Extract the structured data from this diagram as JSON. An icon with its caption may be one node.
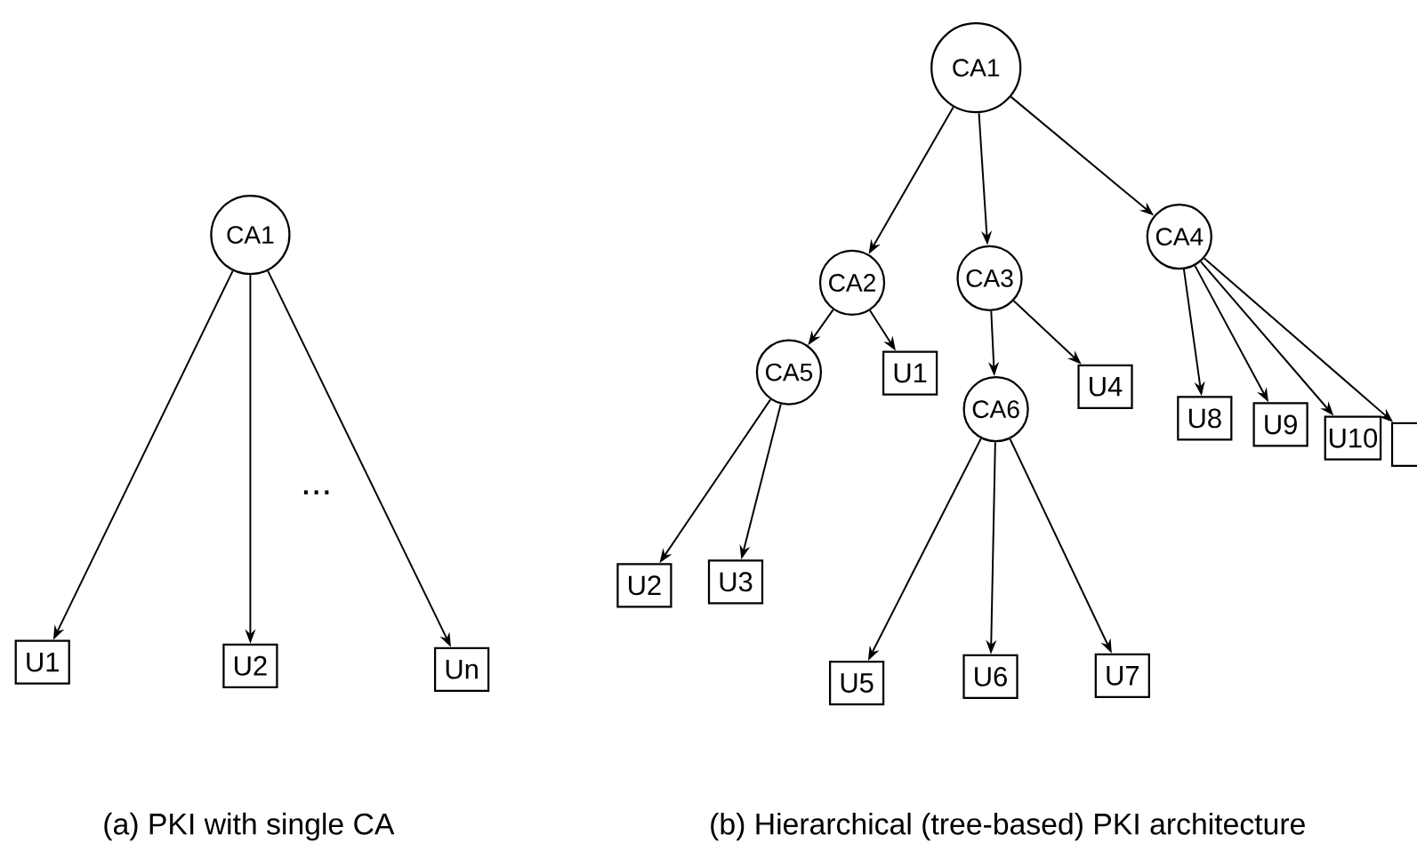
{
  "diagram": {
    "nodes": [
      {
        "text": [
          "CA1"
        ]
      },
      {
        "text": [
          "U1"
        ]
      },
      {
        "text": [
          "U2"
        ]
      },
      {
        "text": [
          "Un"
        ]
      },
      {
        "text": [
          "CA1"
        ]
      },
      {
        "text": [
          "CA2"
        ]
      },
      {
        "text": [
          "CA3"
        ]
      },
      {
        "text": [
          "CA4"
        ]
      },
      {
        "text": [
          "CA5"
        ]
      },
      {
        "text": [
          "U1"
        ]
      },
      {
        "text": [
          "U4"
        ]
      },
      {
        "text": [
          "CA6"
        ]
      },
      {
        "text": [
          "U8"
        ]
      },
      {
        "text": [
          "U9"
        ]
      },
      {
        "text": [
          "U10"
        ]
      },
      {
        "text": [],
        "shape": "box"
      },
      {
        "text": [
          "U2"
        ]
      },
      {
        "text": [
          "U3"
        ]
      },
      {
        "text": [
          "U5"
        ]
      },
      {
        "text": [
          "U6"
        ]
      },
      {
        "text": [
          "U7"
        ]
      }
    ],
    "edges": [
      {
        "from": 0,
        "to": 1,
        "arrow": "to"
      },
      {
        "from": 0,
        "to": 2,
        "arrow": "to"
      },
      {
        "from": 0,
        "to": 3,
        "arrow": "to"
      },
      {
        "from": 4,
        "to": 5,
        "arrow": "to"
      },
      {
        "from": 4,
        "to": 6,
        "arrow": "to"
      },
      {
        "from": 4,
        "to": 7,
        "arrow": "to"
      },
      {
        "from": 5,
        "to": 8,
        "arrow": "to"
      },
      {
        "from": 5,
        "to": 9,
        "arrow": "to"
      },
      {
        "from": 6,
        "to": 11,
        "arrow": "to"
      },
      {
        "from": 6,
        "to": 10,
        "arrow": "to"
      },
      {
        "from": 7,
        "to": 12,
        "arrow": "to"
      },
      {
        "from": 7,
        "to": 13,
        "arrow": "to"
      },
      {
        "from": 7,
        "to": 14,
        "arrow": "to"
      },
      {
        "from": 7,
        "to": 15,
        "arrow": "to"
      },
      {
        "from": 8,
        "to": 16,
        "arrow": "to"
      },
      {
        "from": 8,
        "to": 17,
        "arrow": "to"
      },
      {
        "from": 11,
        "to": 18,
        "arrow": "to"
      },
      {
        "from": 11,
        "to": 19,
        "arrow": "to"
      },
      {
        "from": 11,
        "to": 20,
        "arrow": "to"
      }
    ],
    "labels": [
      "...",
      "(a) PKI with single CA",
      "(b) Hierarchical (tree-based) PKI architecture"
    ]
  }
}
